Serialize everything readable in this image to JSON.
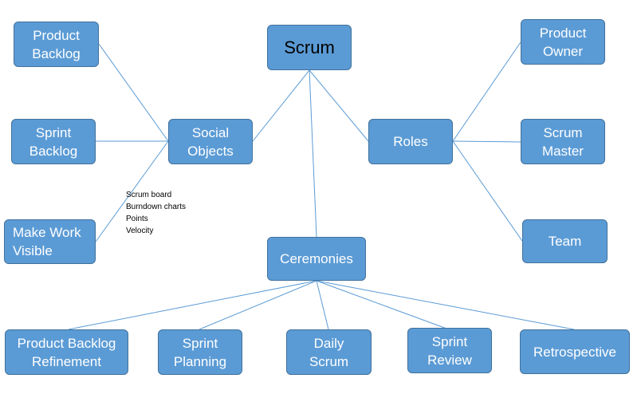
{
  "nodes": {
    "scrum": "Scrum",
    "social_objects": "Social Objects",
    "roles": "Roles",
    "ceremonies": "Ceremonies",
    "product_backlog": "Product Backlog",
    "sprint_backlog": "Sprint Backlog",
    "make_work_visible": "Make Work Visible",
    "product_owner": "Product Owner",
    "scrum_master": "Scrum Master",
    "team": "Team",
    "product_backlog_refinement": "Product Backlog Refinement",
    "sprint_planning": "Sprint Planning",
    "daily_scrum": "Daily Scrum",
    "sprint_review": "Sprint Review",
    "retrospective": "Retrospective"
  },
  "annotation": {
    "items": [
      "Scrum board",
      "Burndown charts",
      "Points",
      "Velocity"
    ]
  },
  "colors": {
    "node_fill": "#5b9bd5",
    "node_border": "#41719c",
    "connector": "#5b9bd5"
  }
}
